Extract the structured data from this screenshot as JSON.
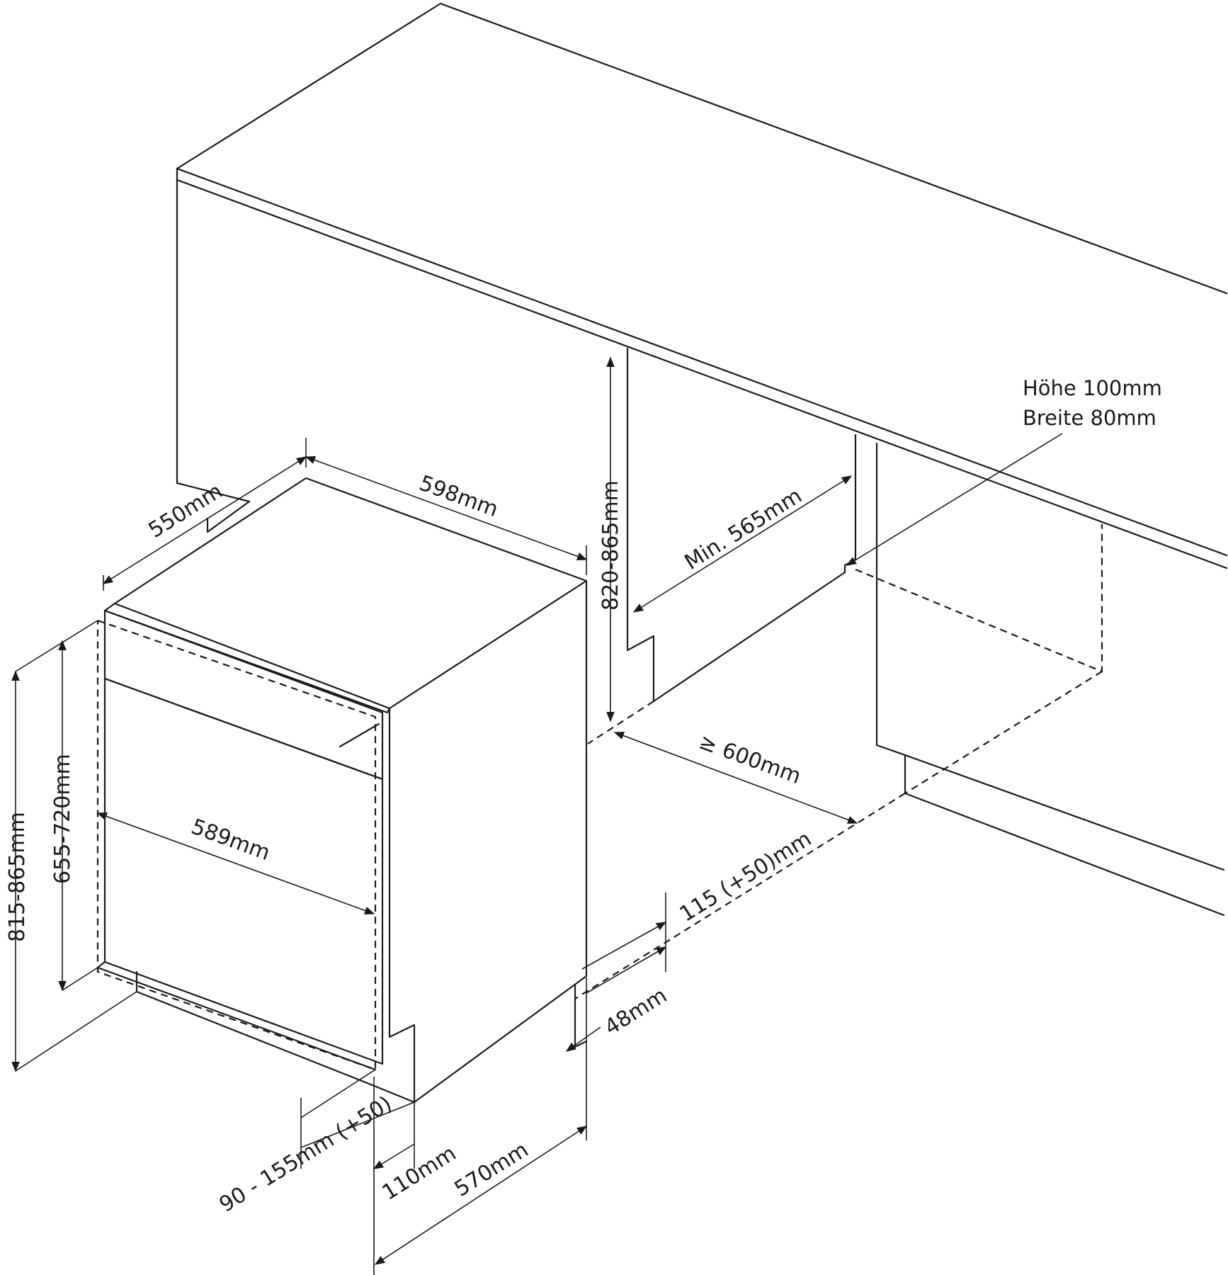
{
  "dimensions": {
    "top_depth": "550mm",
    "top_width": "598mm",
    "niche_height": "820-865mm",
    "min_depth": "Min. 565mm",
    "niche_width": "≥ 600mm",
    "plinth_height": "115 (+50)mm",
    "plinth_depth": "48mm",
    "total_height": "815-865mm",
    "door_height": "655-720mm",
    "door_width": "589mm",
    "plinth_range": "90 - 155mm (+50)",
    "foot_depth": "110mm",
    "body_depth": "570mm"
  },
  "note": {
    "line1": "Höhe 100mm",
    "line2": "Breite 80mm"
  }
}
